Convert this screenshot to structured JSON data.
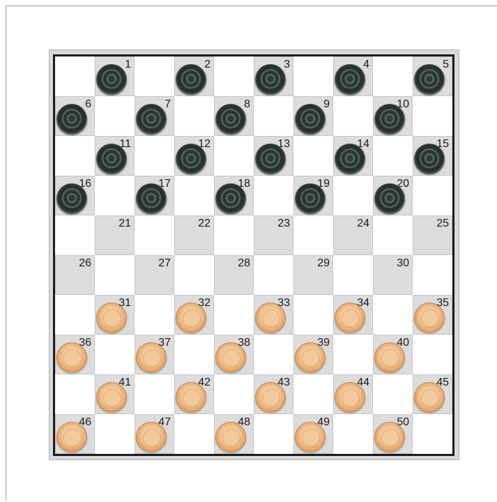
{
  "game": {
    "name": "",
    "board_size": 10,
    "squares": [
      "1",
      "2",
      "3",
      "4",
      "5",
      "6",
      "7",
      "8",
      "9",
      "10",
      "11",
      "12",
      "13",
      "14",
      "15",
      "16",
      "17",
      "18",
      "19",
      "20",
      "21",
      "22",
      "23",
      "24",
      "25",
      "26",
      "27",
      "28",
      "29",
      "30",
      "31",
      "32",
      "33",
      "34",
      "35",
      "36",
      "37",
      "38",
      "39",
      "40",
      "41",
      "42",
      "43",
      "44",
      "45",
      "46",
      "47",
      "48",
      "49",
      "50"
    ],
    "black_pieces": [
      1,
      2,
      3,
      4,
      5,
      6,
      7,
      8,
      9,
      10,
      11,
      12,
      13,
      14,
      15,
      16,
      17,
      18,
      19,
      20
    ],
    "white_pieces": [
      31,
      32,
      33,
      34,
      35,
      36,
      37,
      38,
      39,
      40,
      41,
      42,
      43,
      44,
      45,
      46,
      47,
      48,
      49,
      50
    ],
    "colors": {
      "light_square": "#ffffff",
      "dark_square": "#dcdcdc",
      "black_piece": "#2e3a38",
      "white_piece": "#f2c99a",
      "board_border": "#1c1c1c"
    }
  }
}
